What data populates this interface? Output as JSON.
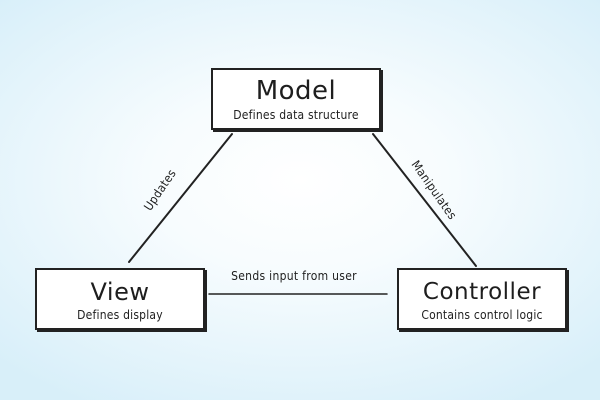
{
  "nodes": {
    "model": {
      "title": "Model",
      "description": "Defines data structure"
    },
    "view": {
      "title": "View",
      "description": "Defines display"
    },
    "controller": {
      "title": "Controller",
      "description": "Contains control logic"
    }
  },
  "edges": {
    "model_view": {
      "label": "Updates"
    },
    "controller_model": {
      "label": "Manipulates"
    },
    "view_controller": {
      "label": "Sends input from user"
    }
  },
  "colors": {
    "line": "#222222",
    "box_fill": "#ffffff"
  }
}
